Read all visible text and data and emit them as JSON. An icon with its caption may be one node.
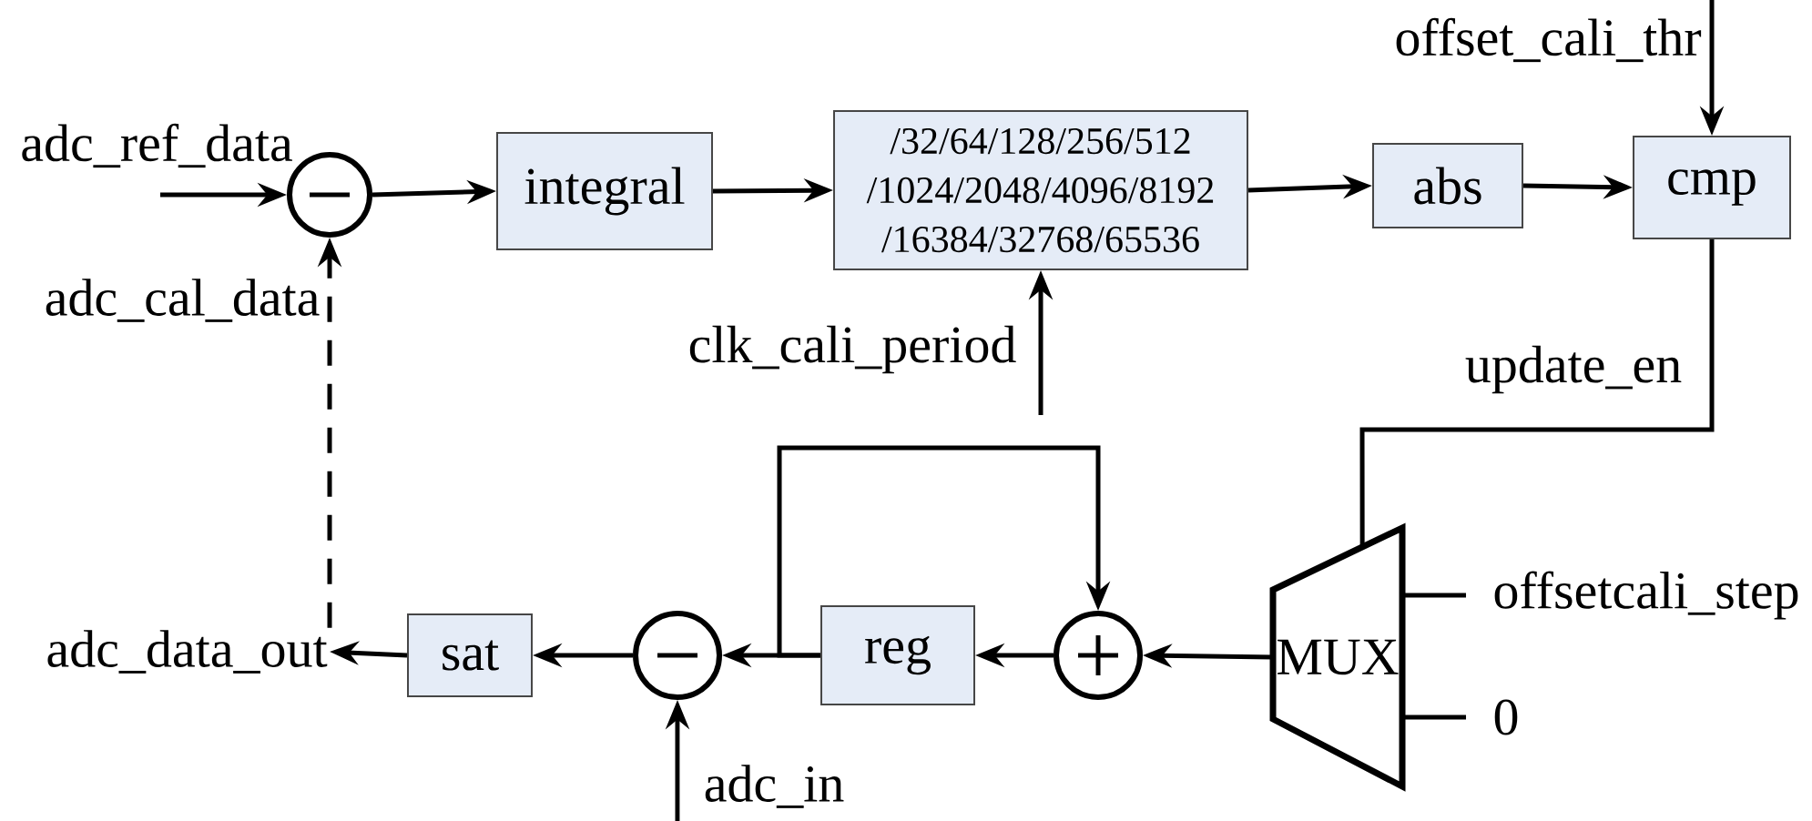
{
  "diagram": {
    "nodes": [
      {
        "text": [],
        "shape": "circle"
      },
      {
        "text": [
          "integral"
        ]
      },
      {
        "text": [
          "/32/64/128/256/512 /1024/2048/4096/8192 /16384/32768/65536"
        ]
      },
      {
        "text": [
          "abs"
        ]
      },
      {
        "text": [
          "cmp"
        ]
      },
      {
        "text": [
          "MUX"
        ]
      },
      {
        "text": [],
        "shape": "circle"
      },
      {
        "text": [
          "reg"
        ]
      },
      {
        "text": [],
        "shape": "circle"
      },
      {
        "text": [
          "sat"
        ]
      },
      {
        "text": [
          "adc_data_out"
        ]
      }
    ],
    "edges": [
      {
        "from": null,
        "to": 0,
        "arrow": "to"
      },
      {
        "from": 0,
        "to": 1,
        "arrow": "to"
      },
      {
        "from": 1,
        "to": 2,
        "arrow": "to"
      },
      {
        "from": 2,
        "to": 3,
        "arrow": "to"
      },
      {
        "from": 3,
        "to": 4,
        "arrow": "to"
      },
      {
        "from": null,
        "to": 4,
        "arrow": "to"
      },
      {
        "from": null,
        "to": 2,
        "arrow": "to"
      },
      {
        "from": 4,
        "to": 5,
        "arrow": "none"
      },
      {
        "from": 5,
        "to": 6,
        "arrow": "to"
      },
      {
        "from": 6,
        "to": 7,
        "arrow": "to"
      },
      {
        "from": 7,
        "to": 8,
        "arrow": "to"
      },
      {
        "from": 7,
        "to": 6,
        "arrow": "to"
      },
      {
        "from": 8,
        "to": 9,
        "arrow": "to"
      },
      {
        "from": 9,
        "to": 10,
        "arrow": "to"
      },
      {
        "from": null,
        "to": 8,
        "arrow": "to"
      },
      {
        "from": 10,
        "to": 0,
        "arrow": "to",
        "style": "dashed"
      },
      {
        "from": null,
        "to": 5,
        "arrow": "none"
      },
      {
        "from": null,
        "to": 5,
        "arrow": "none"
      }
    ],
    "labels": [
      "offset_cali_thr",
      "adc_ref_data",
      "adc_cal_data",
      "clk_cali_period",
      "update_en",
      "offsetcali_step",
      "0",
      "adc_in"
    ]
  }
}
